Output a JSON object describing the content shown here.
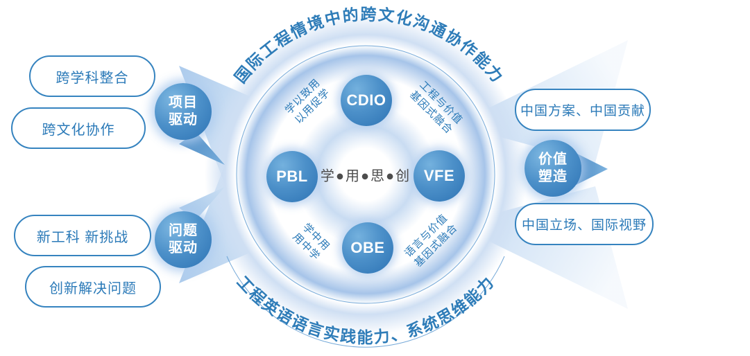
{
  "titles": {
    "top": "国际工程情境中的跨文化沟通协作能力",
    "bottom": "工程英语语言实践能力、系统思维能力"
  },
  "center_motto": "学●用●思●创",
  "nodes": {
    "top": "CDIO",
    "left": "PBL",
    "right": "VFE",
    "bottom": "OBE"
  },
  "annotations": {
    "top_left": {
      "line1": "学以致用",
      "line2": "以用促学"
    },
    "top_right": {
      "line1": "工程与价值",
      "line2": "基因式融合"
    },
    "bottom_left": {
      "line1": "学中用",
      "line2": "用中学"
    },
    "bottom_right": {
      "line1": "语言与价值",
      "line2": "基因式融合"
    }
  },
  "bubbles": {
    "project": {
      "line1": "项目",
      "line2": "驱动"
    },
    "problem": {
      "line1": "问题",
      "line2": "驱动"
    },
    "value": {
      "line1": "价值",
      "line2": "塑造"
    }
  },
  "pills": {
    "left_top": [
      "跨学科整合",
      "跨文化协作"
    ],
    "left_bottom": [
      "新工科 新挑战",
      "创新解决问题"
    ],
    "right": [
      "中国方案、中国贡献",
      "中国立场、国际视野"
    ]
  },
  "colors": {
    "accent_blue": "#2e7cb8",
    "node_blue_dark": "#2d73b4",
    "node_blue_light": "#74b1de",
    "pill_border": "#3583bf",
    "beam_blue": "#a6c4e9",
    "motto_gray": "#4d4d4d"
  }
}
